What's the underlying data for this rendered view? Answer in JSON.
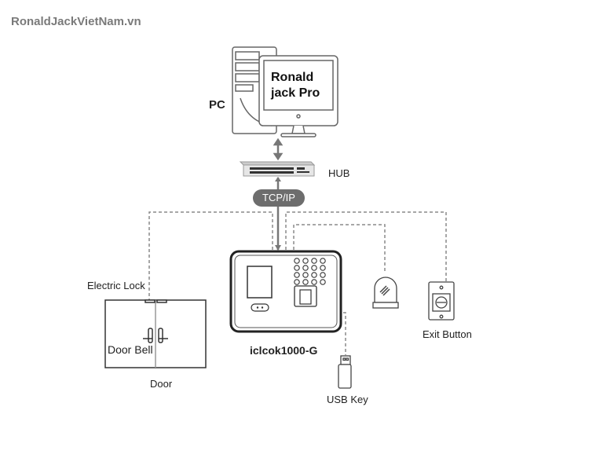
{
  "watermark": "RonaldJackVietNam.vn",
  "pc": {
    "label": "PC",
    "screen_line1": "Ronald",
    "screen_line2": "jack Pro"
  },
  "hub": {
    "label": "HUB"
  },
  "network": {
    "protocol": "TCP/IP"
  },
  "device": {
    "model": "iclcok1000-G"
  },
  "peripherals": {
    "electric_lock": "Electric Lock",
    "door_bell": "Door Bell",
    "door": "Door",
    "usb_key": "USB Key",
    "exit_button": "Exit Button"
  },
  "colors": {
    "line": "#555555",
    "dashed": "#8a8a8a",
    "badge": "#6d6d6d"
  }
}
